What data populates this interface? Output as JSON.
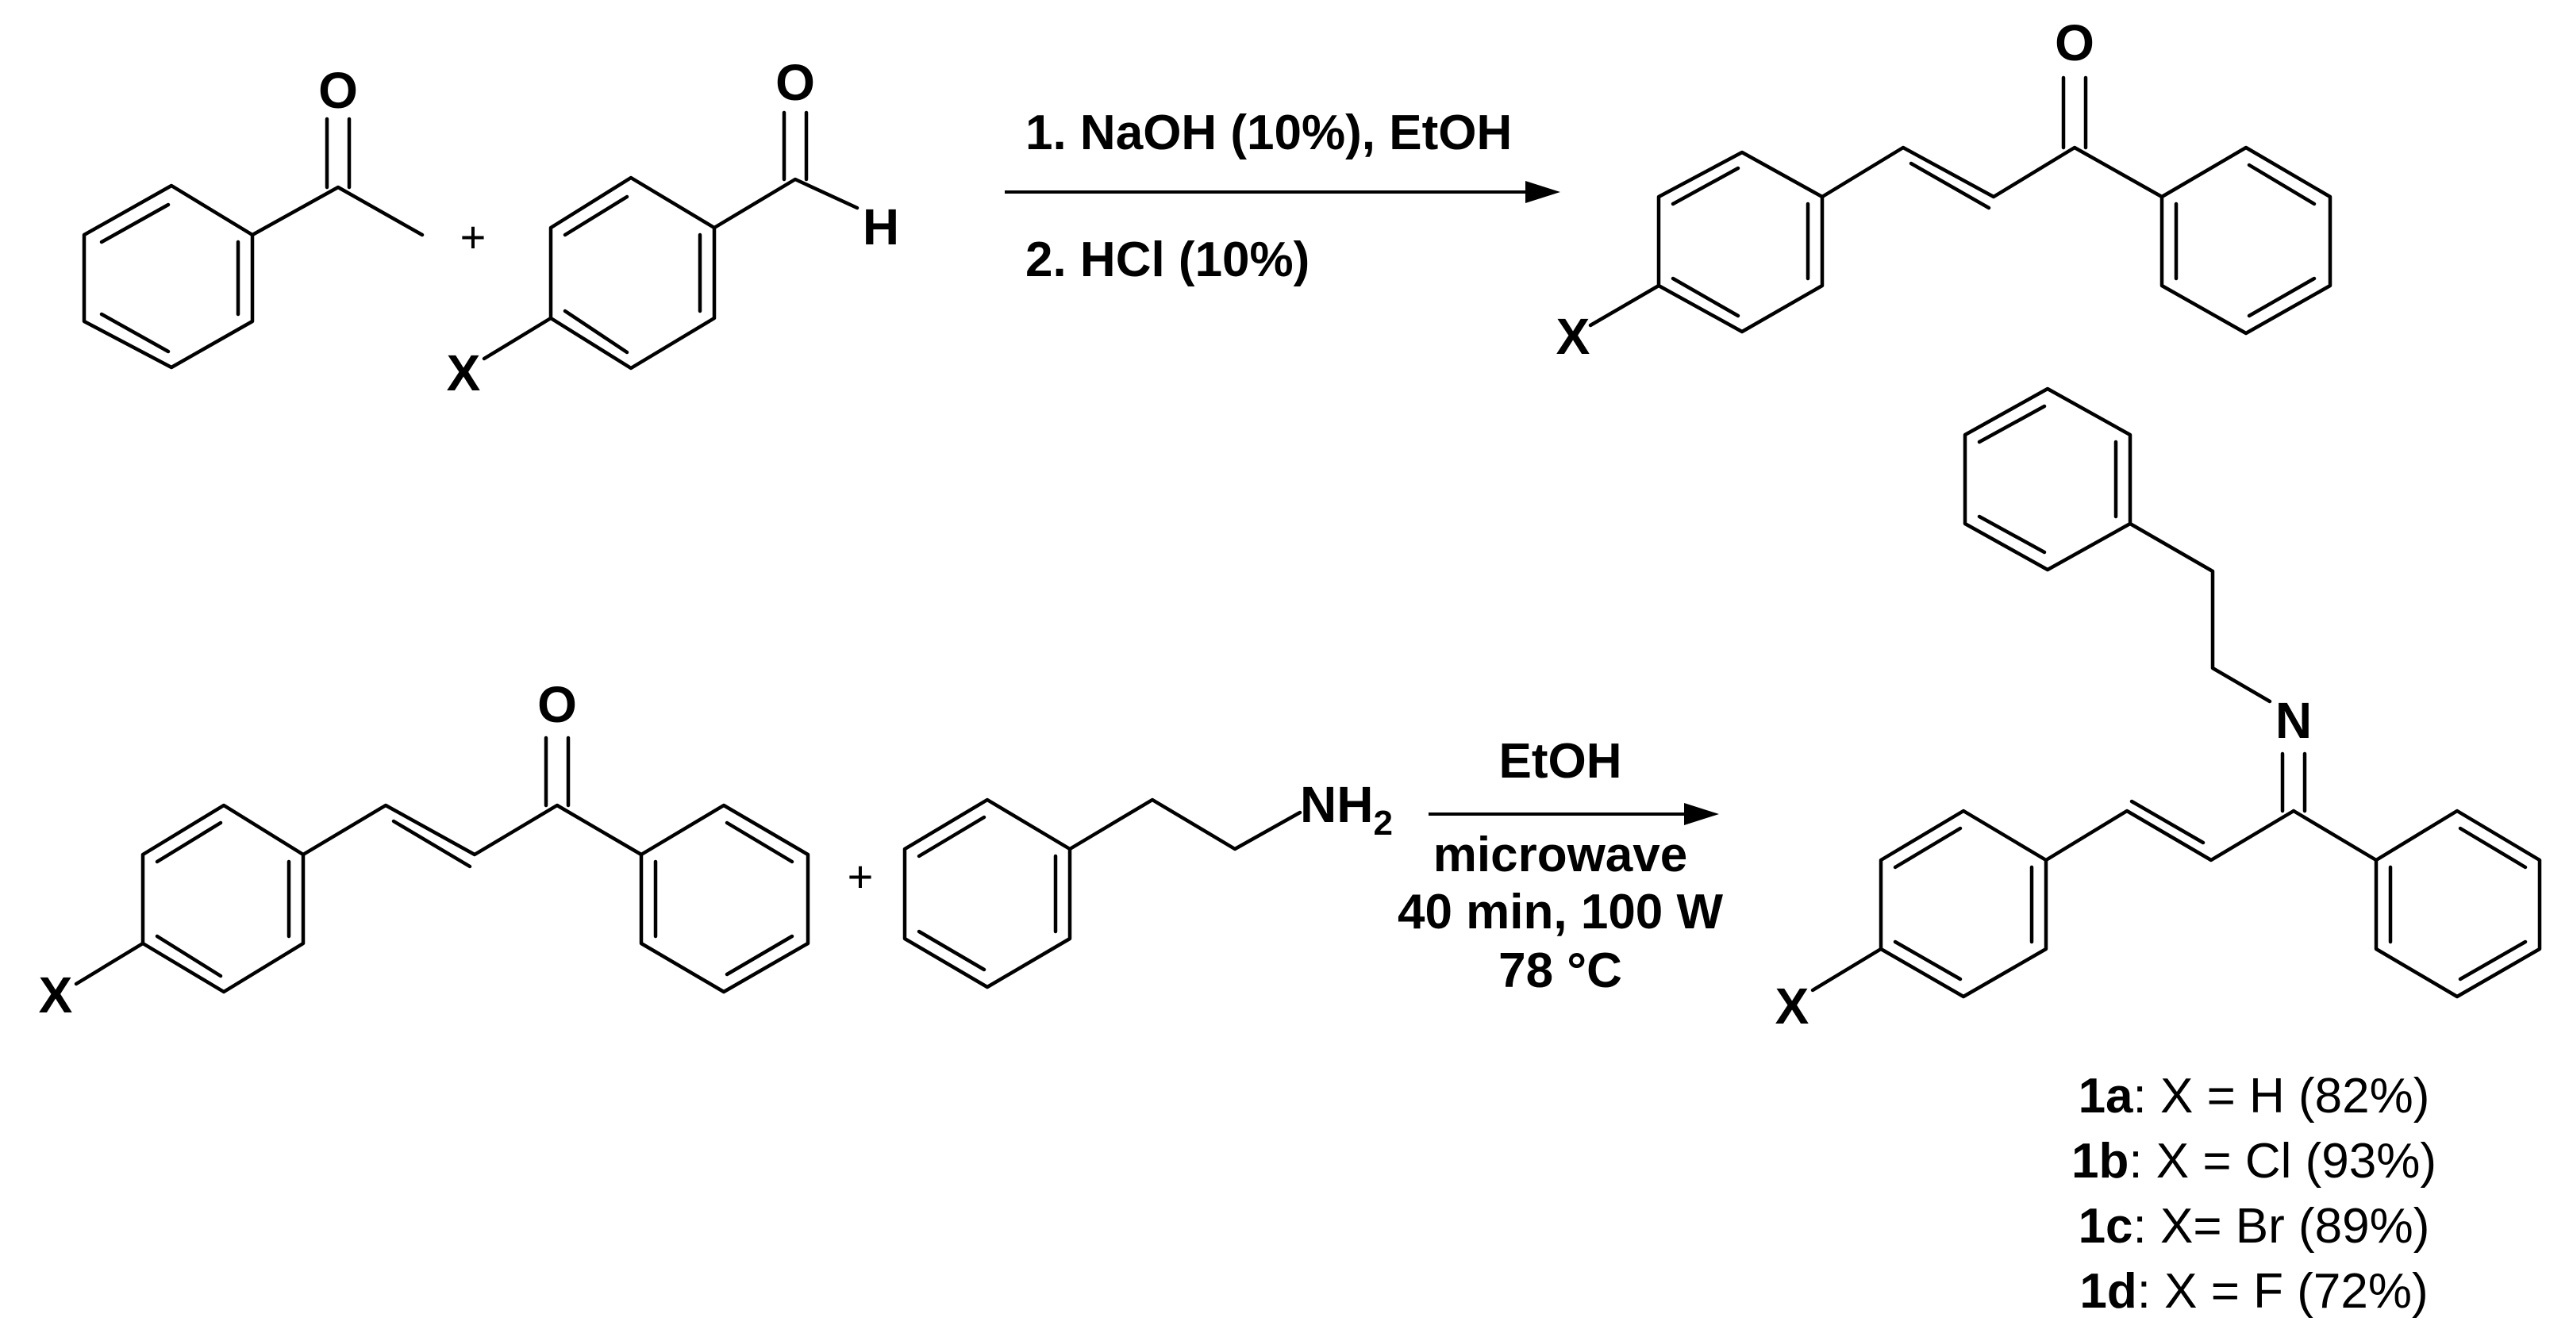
{
  "atoms": {
    "oxygen": "O",
    "hydrogen": "H",
    "nitrogen": "N",
    "substituent": "X",
    "amine_main": "NH",
    "amine_sub": "2"
  },
  "plus": "+",
  "reaction1": {
    "conditions_top": "1. NaOH (10%), EtOH",
    "conditions_bottom": "2. HCl (10%)"
  },
  "reaction2": {
    "conditions_top": "EtOH",
    "conditions_bottom": [
      "microwave",
      "40 min, 100 W",
      "78 °C"
    ]
  },
  "compounds": [
    {
      "id": "1a",
      "text": ": X = H (82%)"
    },
    {
      "id": "1b",
      "text": ": X = Cl (93%)"
    },
    {
      "id": "1c",
      "text": ": X= Br (89%)"
    },
    {
      "id": "1d",
      "text": ": X = F (72%)"
    }
  ]
}
